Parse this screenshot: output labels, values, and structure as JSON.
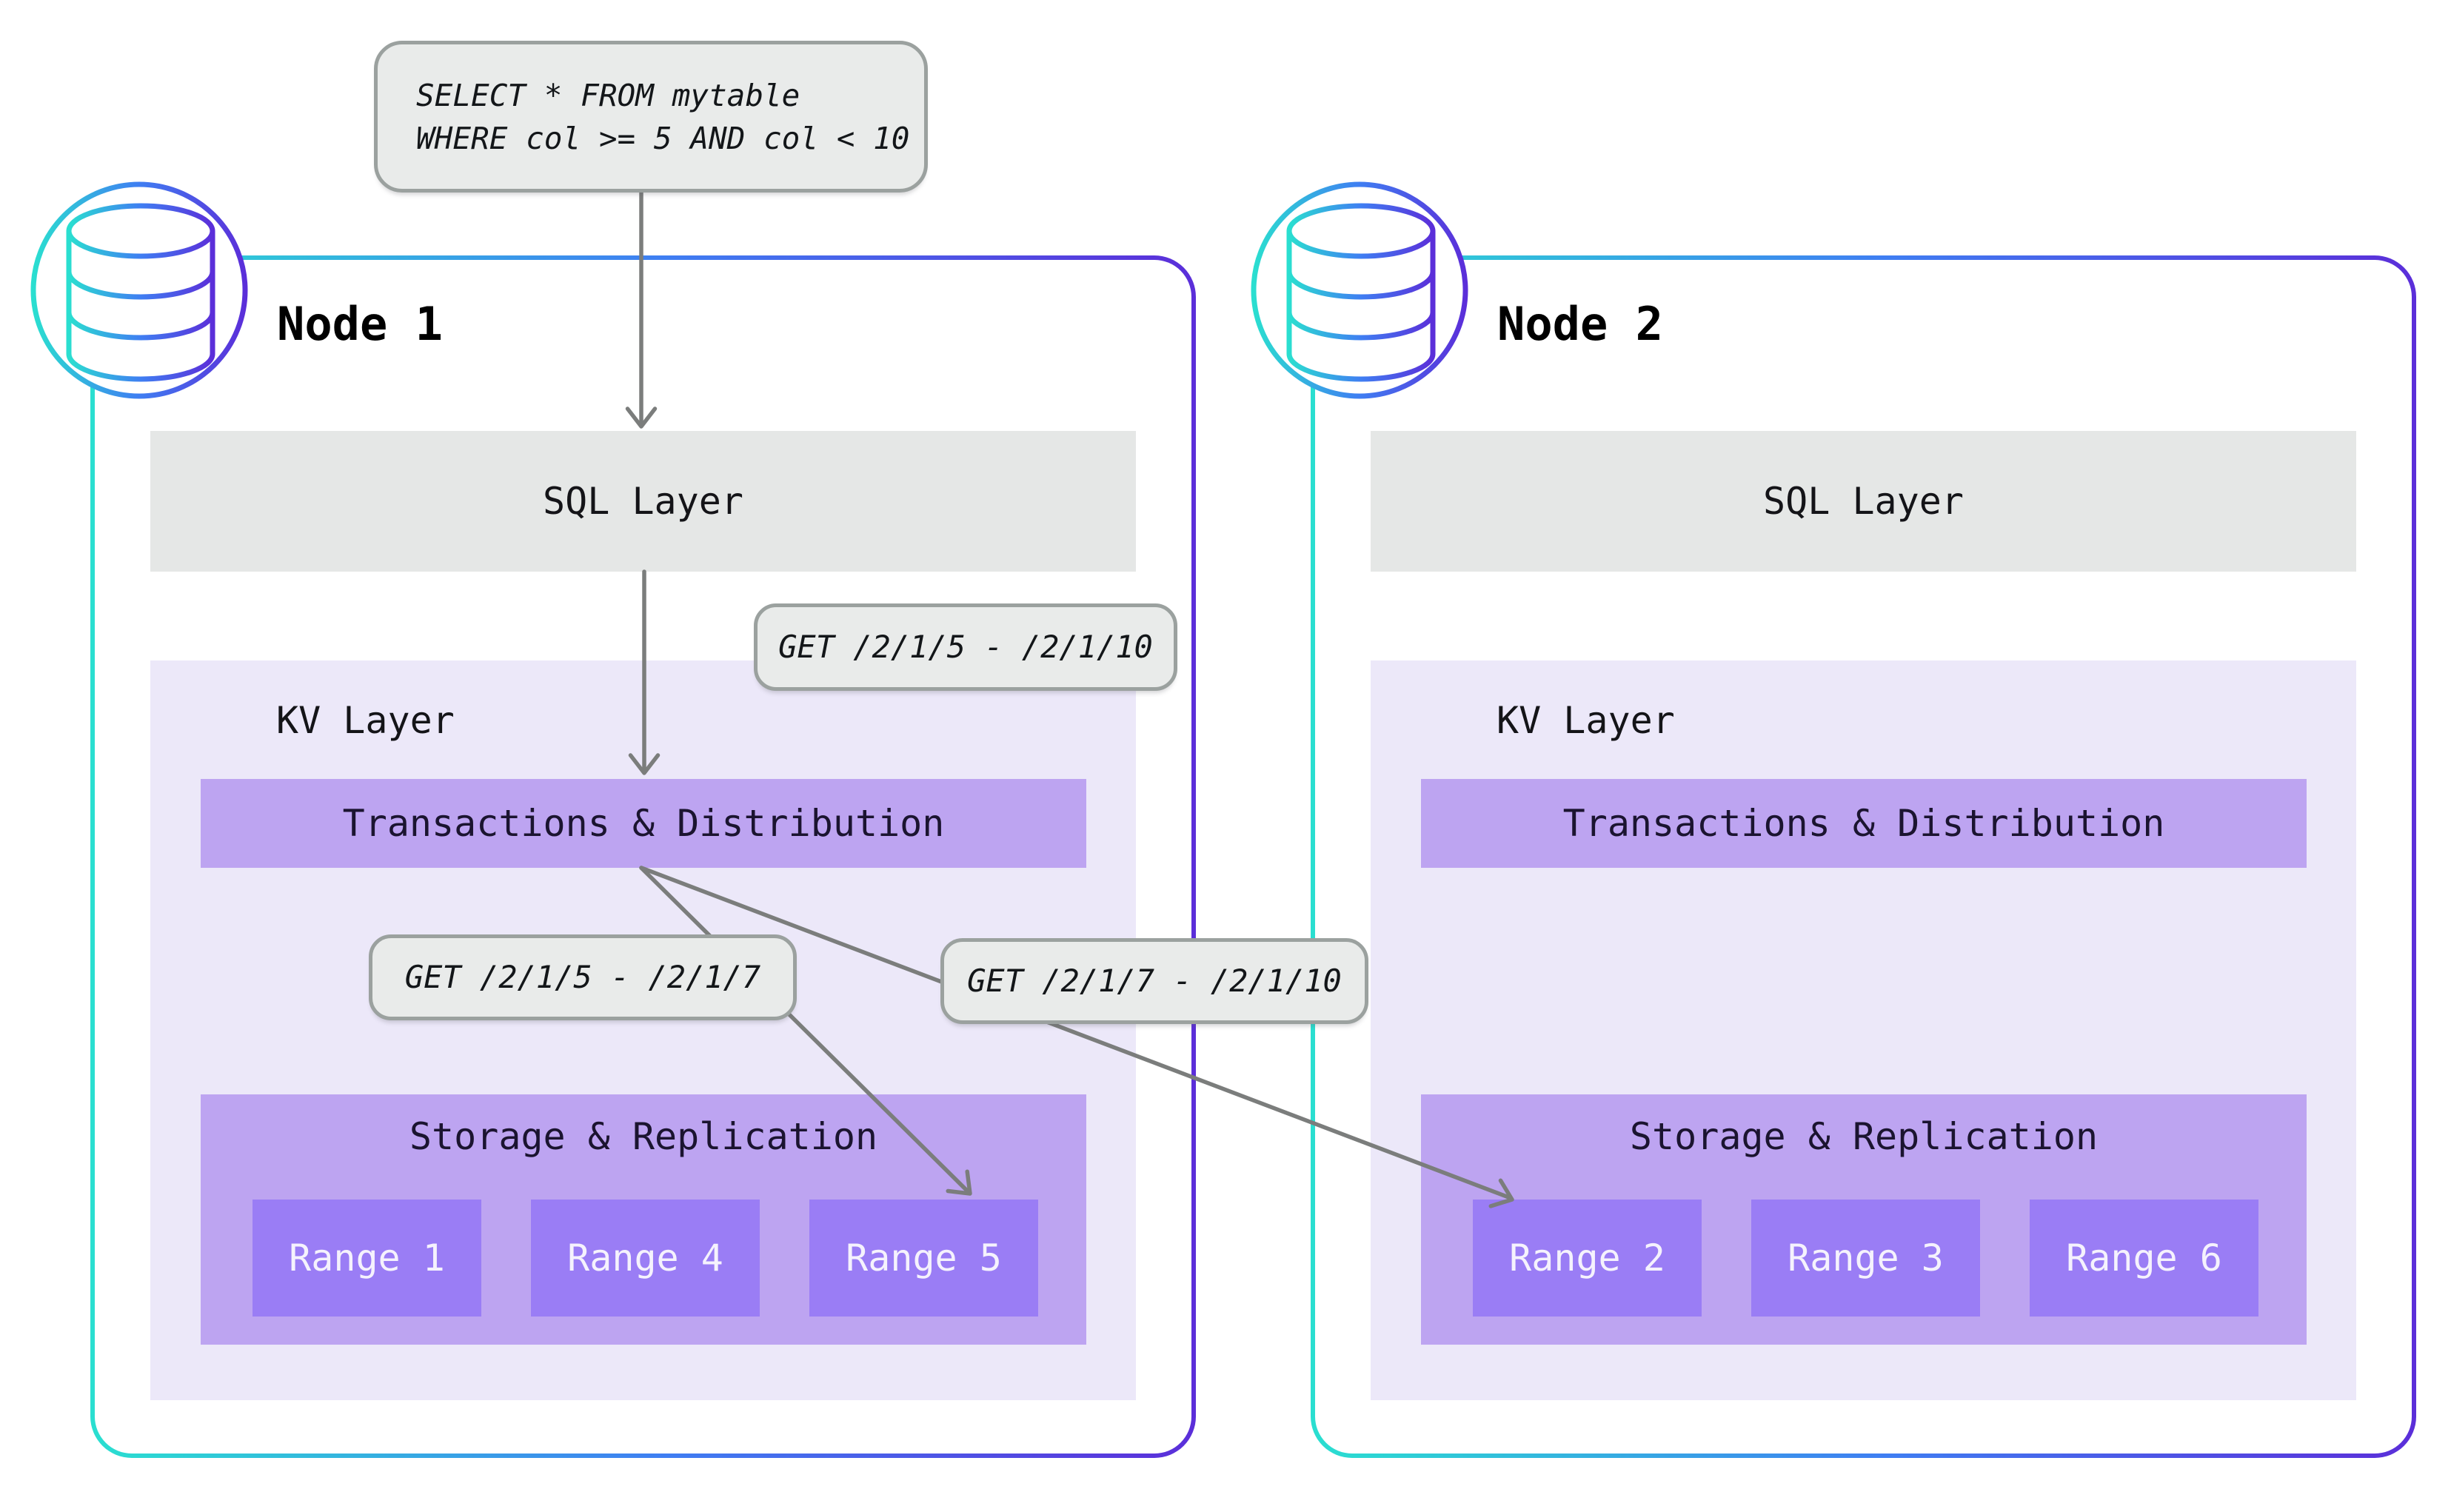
{
  "query_callout": {
    "line1": "SELECT * FROM mytable",
    "line2": "WHERE col >= 5 AND col < 10"
  },
  "edges": [
    {
      "from": "sql-query-callout",
      "to": "node1-sql-layer"
    },
    {
      "from": "node1-sql-layer",
      "to": "node1-transactions-distribution",
      "label": "GET /2/1/5 - /2/1/10"
    },
    {
      "from": "node1-transactions-distribution",
      "to": "node1-range-5",
      "label": "GET /2/1/5 - /2/1/7"
    },
    {
      "from": "node1-transactions-distribution",
      "to": "node2-range-2",
      "label": "GET /2/1/7 - /2/1/10"
    }
  ],
  "nodes": [
    {
      "title": "Node 1",
      "sql_layer": "SQL Layer",
      "kv_layer": "KV Layer",
      "transactions": "Transactions & Distribution",
      "storage": "Storage & Replication",
      "ranges": [
        "Range 1",
        "Range 4",
        "Range 5"
      ]
    },
    {
      "title": "Node 2",
      "sql_layer": "SQL Layer",
      "kv_layer": "KV Layer",
      "transactions": "Transactions & Distribution",
      "storage": "Storage & Replication",
      "ranges": [
        "Range 2",
        "Range 3",
        "Range 6"
      ]
    }
  ],
  "icons": {
    "node_badge": "database-icon"
  },
  "colors": {
    "accent_cyan": "#2adfd0",
    "accent_blue": "#3f7ef2",
    "accent_indigo": "#5b2ed9",
    "layer_gray": "#e5e7e6",
    "callout_fill": "#e9ebea",
    "callout_border": "#9ba19f",
    "kv_lavender": "#ece8f9",
    "purple_mid": "#bda4f1",
    "purple_range": "#9a7df5",
    "arrow_gray": "#7b7d7c",
    "text_dark": "#141418",
    "text_on_range": "#f5f2fd"
  }
}
